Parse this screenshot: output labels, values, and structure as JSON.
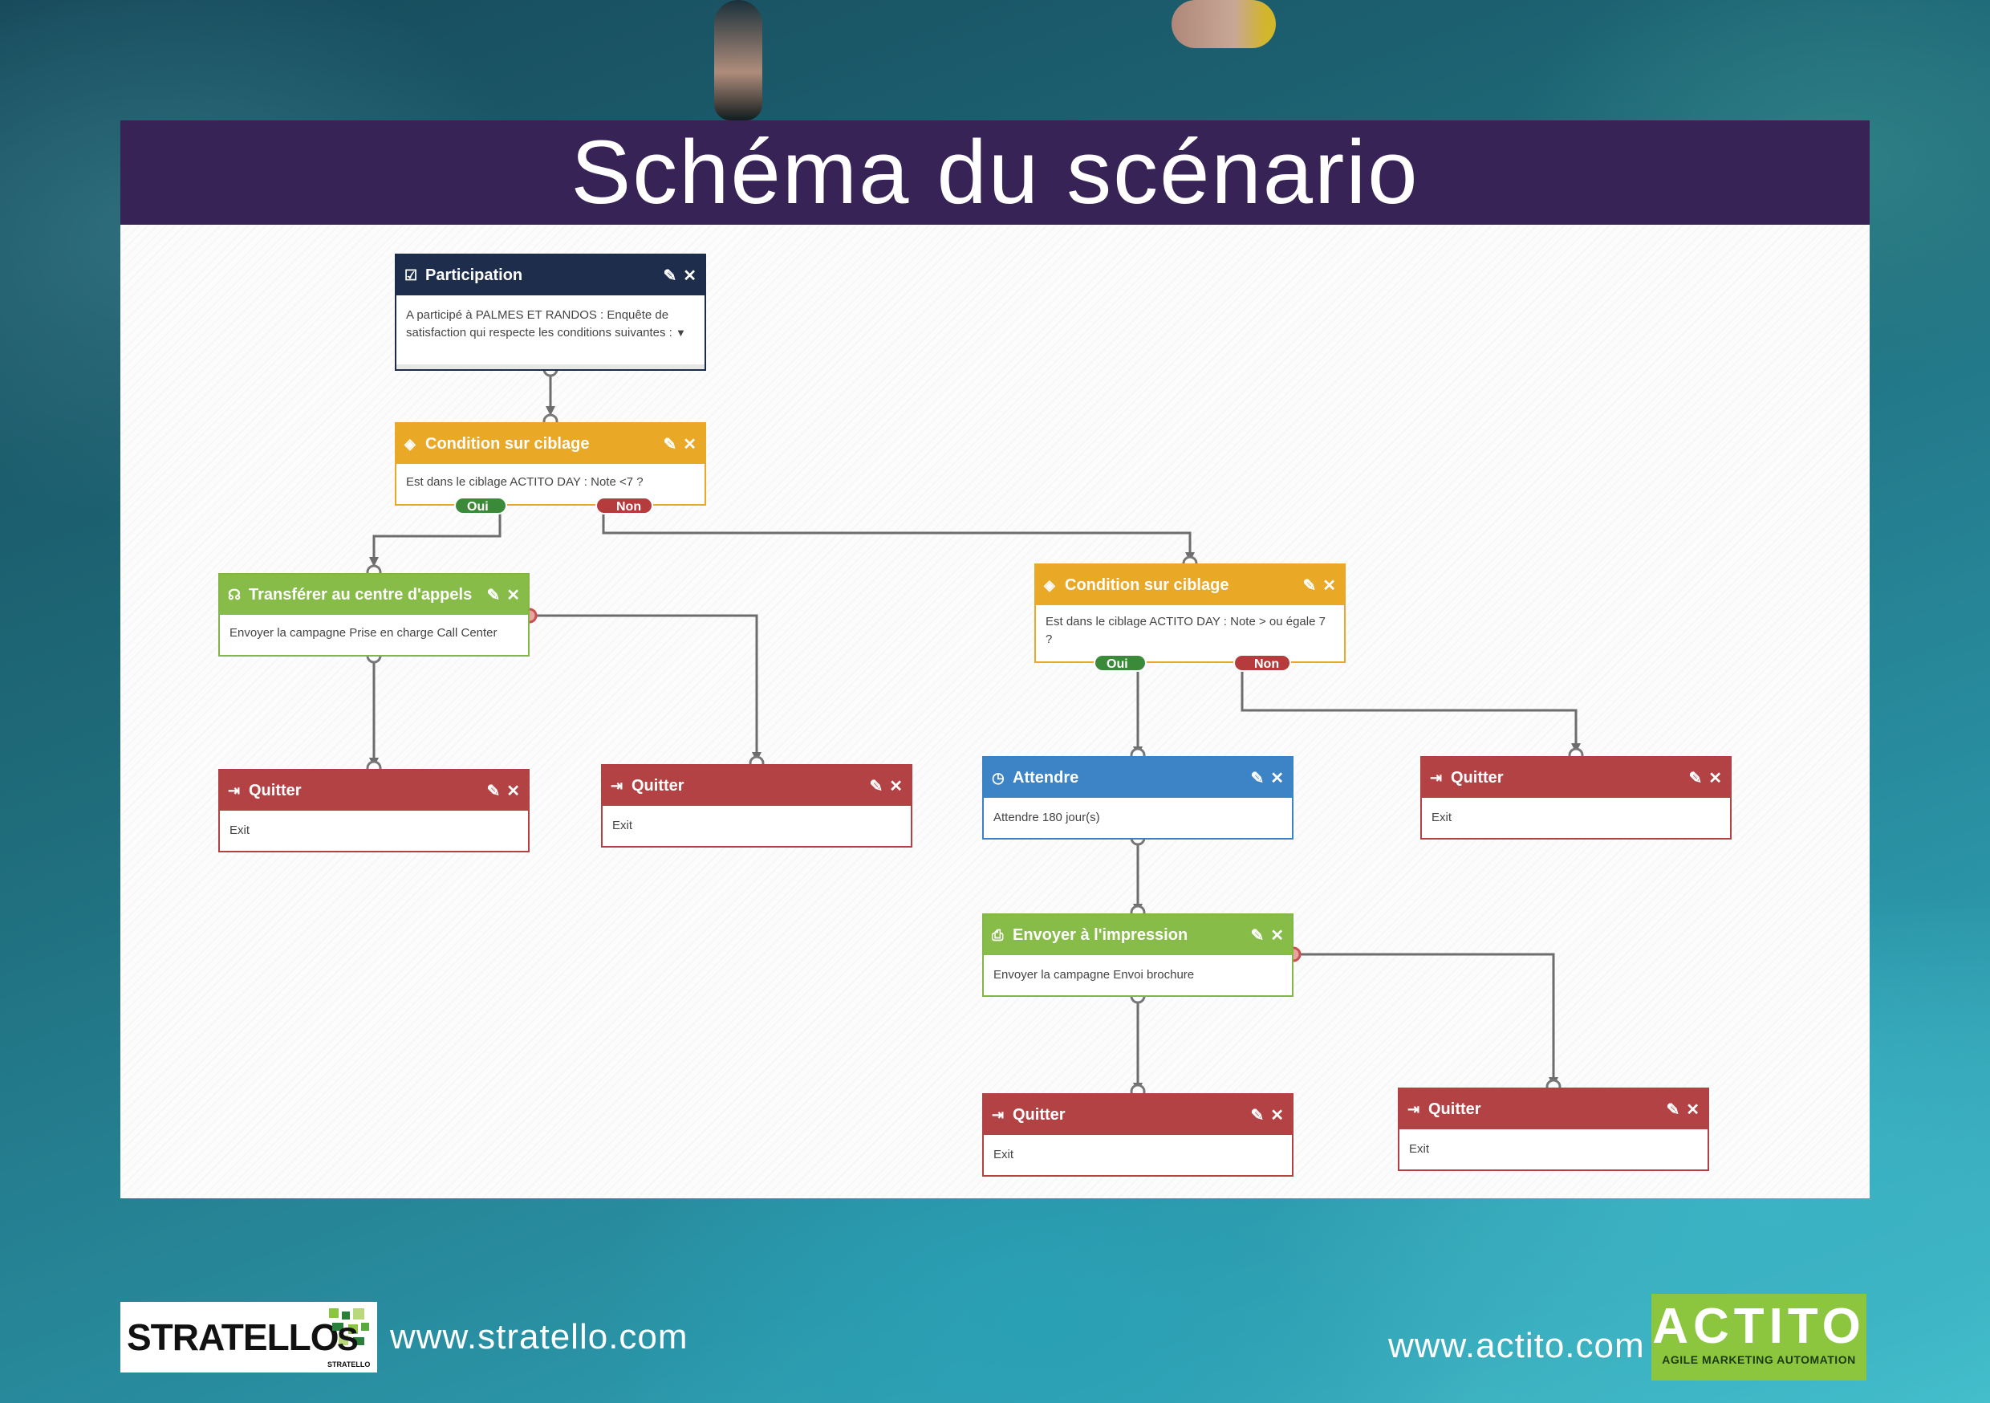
{
  "title": "Schéma du scénario",
  "nodes": {
    "participation": {
      "title": "Participation",
      "icon": "check-square-icon",
      "body": "A participé à PALMES ET RANDOS : Enquête de satisfaction  qui respecte les conditions suivantes :"
    },
    "condition1": {
      "title": "Condition sur ciblage",
      "icon": "diamond-icon",
      "body": "Est dans le ciblage ACTITO DAY : Note <7 ?",
      "yes_label": "Oui",
      "no_label": "Non"
    },
    "transfer": {
      "title": "Transférer au centre d'appels",
      "icon": "headset-icon",
      "body": "Envoyer la campagne Prise en charge Call Center"
    },
    "condition2": {
      "title": "Condition sur ciblage",
      "icon": "diamond-icon",
      "body": "Est dans le ciblage ACTITO DAY : Note > ou égale 7 ?",
      "yes_label": "Oui",
      "no_label": "Non"
    },
    "quit1": {
      "title": "Quitter",
      "icon": "sign-out-icon",
      "body": "Exit"
    },
    "quit2": {
      "title": "Quitter",
      "icon": "sign-out-icon",
      "body": "Exit"
    },
    "wait": {
      "title": "Attendre",
      "icon": "clock-icon",
      "body": "Attendre 180 jour(s)"
    },
    "quit3": {
      "title": "Quitter",
      "icon": "sign-out-icon",
      "body": "Exit"
    },
    "print": {
      "title": "Envoyer à l'impression",
      "icon": "printer-icon",
      "body": "Envoyer la campagne Envoi brochure"
    },
    "quit4": {
      "title": "Quitter",
      "icon": "sign-out-icon",
      "body": "Exit"
    },
    "quit5": {
      "title": "Quitter",
      "icon": "sign-out-icon",
      "body": "Exit"
    }
  },
  "actions": {
    "edit_icon": "edit-icon",
    "close_icon": "close-icon"
  },
  "colors": {
    "header": "#382357",
    "dark": "#1f2d4d",
    "orange": "#e9a825",
    "green": "#86bc47",
    "red": "#b34244",
    "blue": "#3d84c6",
    "yes": "#3b8a3a",
    "no": "#b53b3c",
    "actito": "#8cc63f"
  },
  "footer": {
    "stratello_logo": "STRATELLO",
    "stratello_logo_small": "STRATELLO",
    "stratello_url": "www.stratello.com",
    "actito_url": "www.actito.com",
    "actito_logo": "ACTITO",
    "actito_tagline": "AGILE MARKETING AUTOMATION"
  }
}
